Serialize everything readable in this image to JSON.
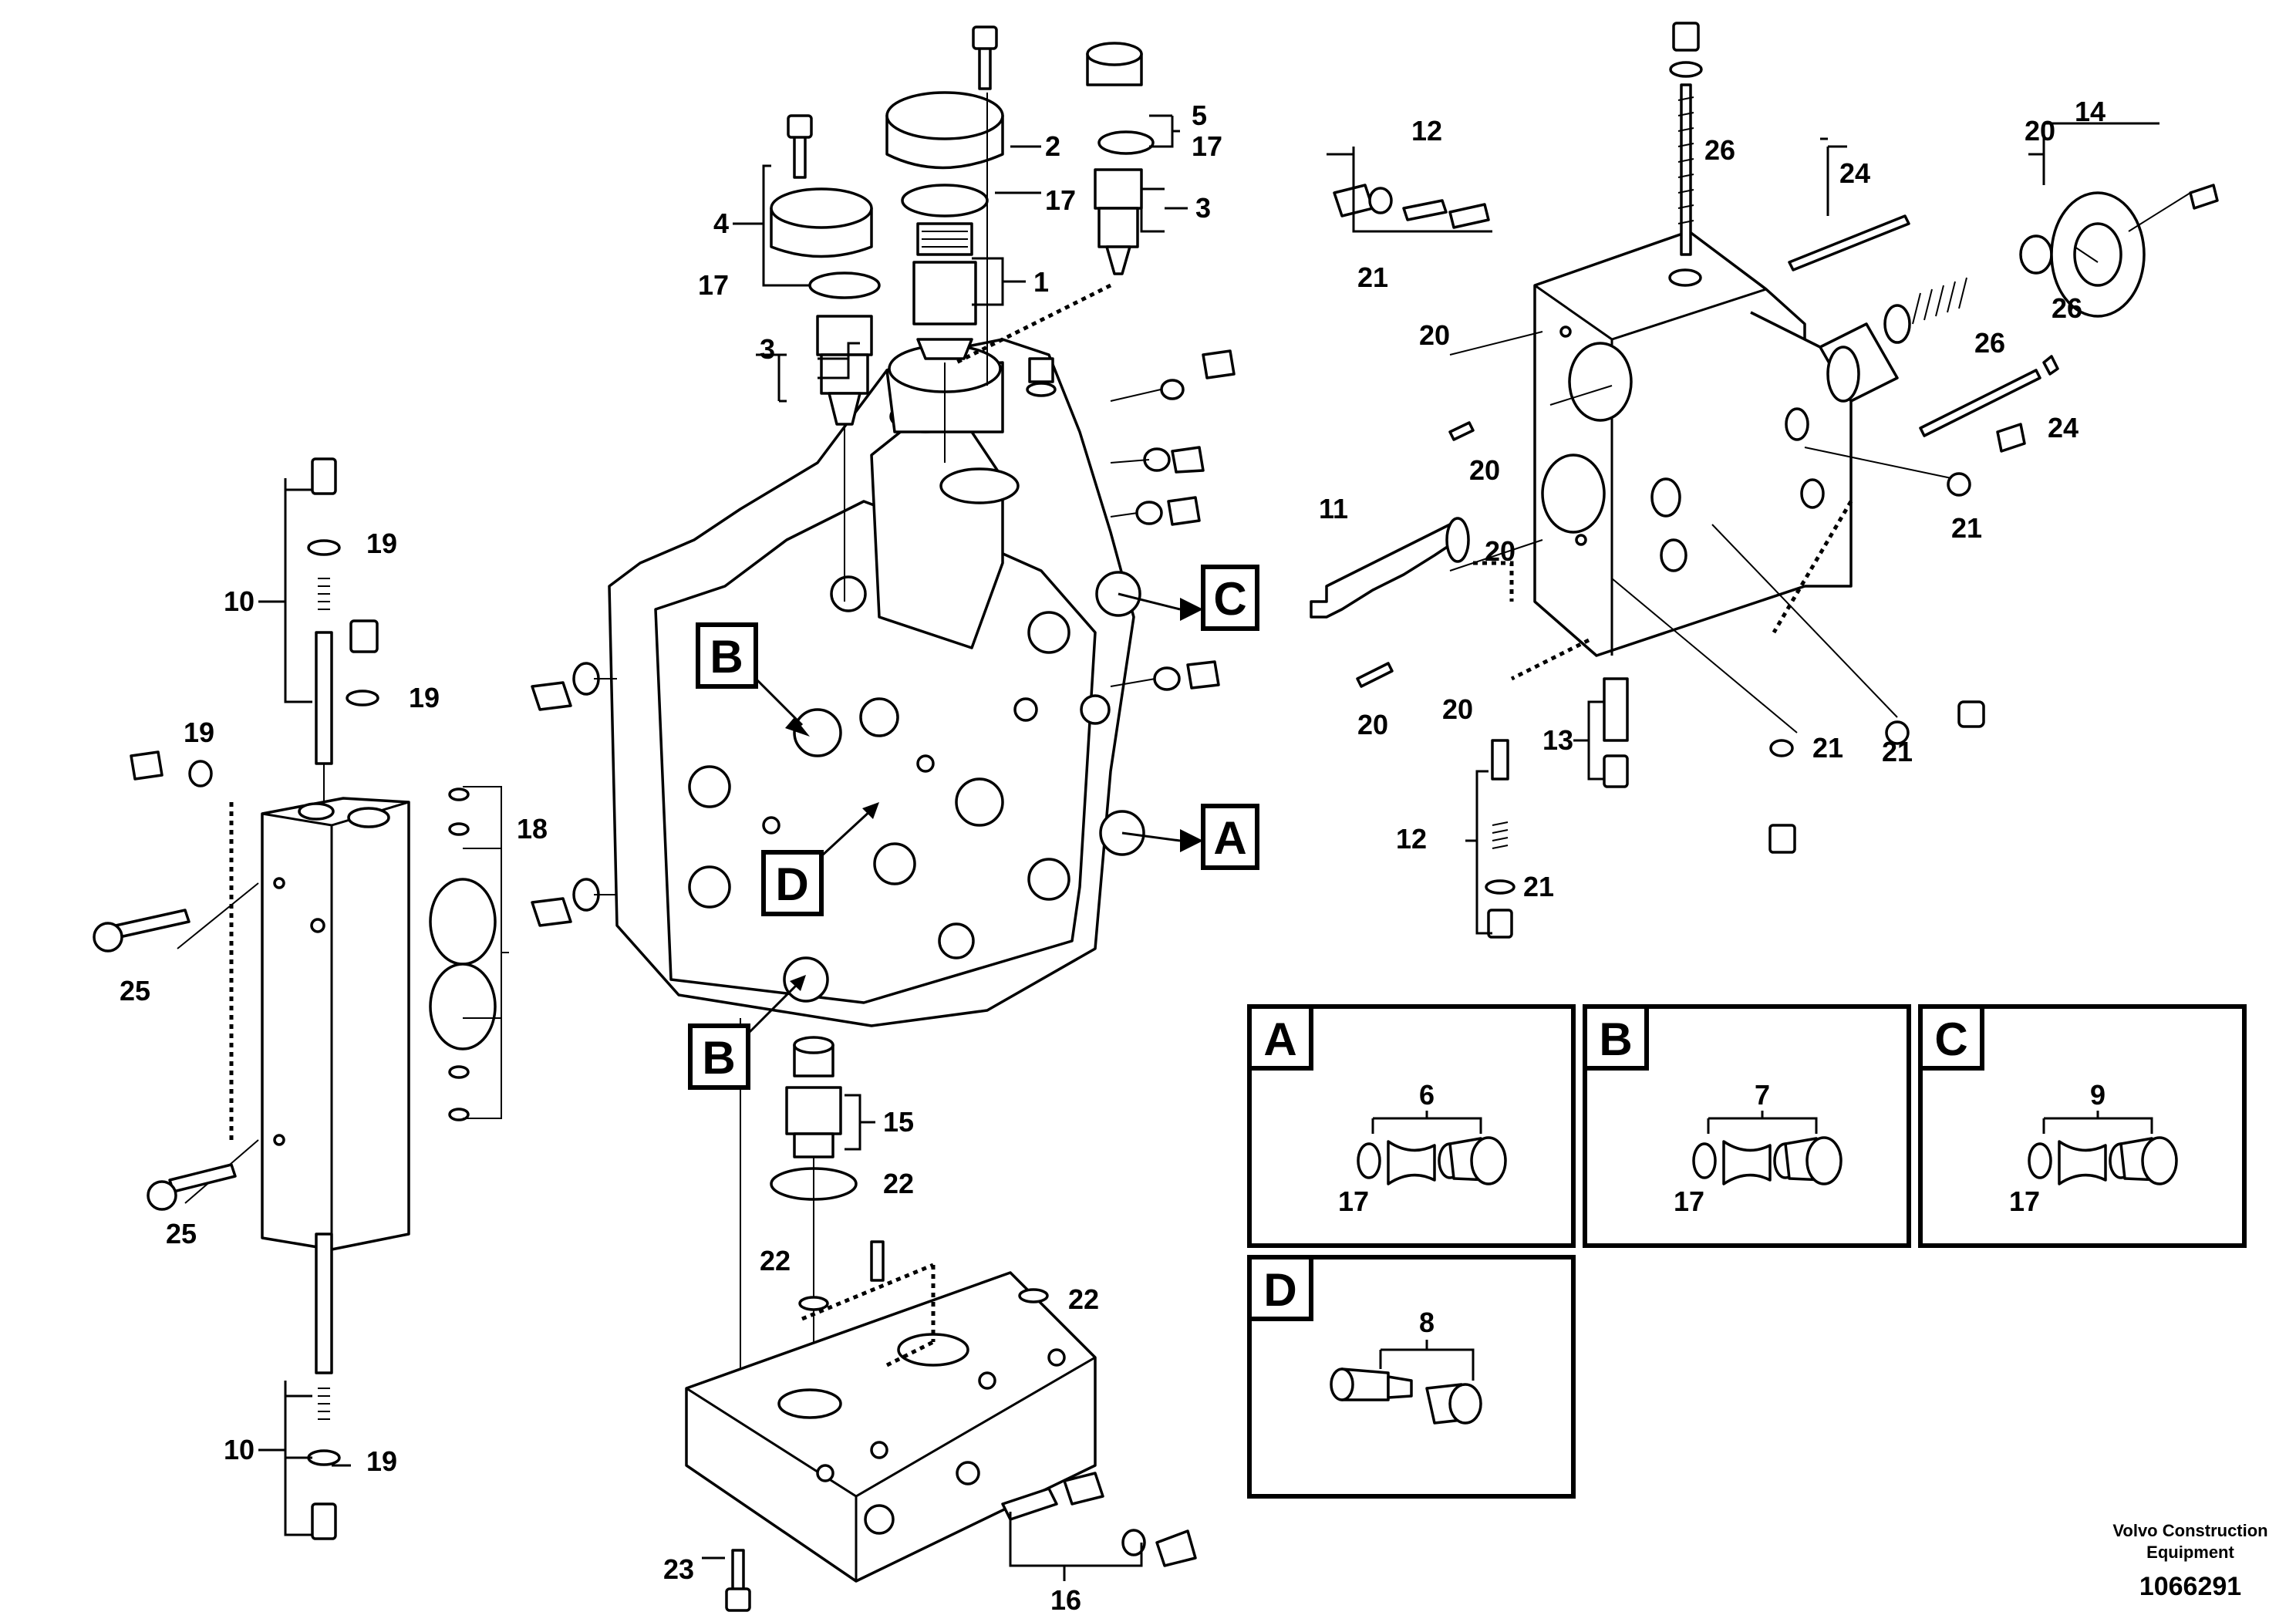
{
  "callouts": {
    "c1": "1",
    "c2": "2",
    "c3a": "3",
    "c3b": "3",
    "c4": "4",
    "c5": "5",
    "c10a": "10",
    "c10b": "10",
    "c11": "11",
    "c12a": "12",
    "c12b": "12",
    "c13": "13",
    "c14": "14",
    "c15": "15",
    "c16": "16",
    "c17a": "17",
    "c17b": "17",
    "c17c": "17",
    "c18": "18",
    "c19a": "19",
    "c19b": "19",
    "c19c": "19",
    "c19d": "19",
    "c20a": "20",
    "c20b": "20",
    "c20c": "20",
    "c20d": "20",
    "c20e": "20",
    "c20f": "20",
    "c21a": "21",
    "c21b": "21",
    "c21c": "21",
    "c21d": "21",
    "c21e": "21",
    "c22a": "22",
    "c22b": "22",
    "c22c": "22",
    "c23": "23",
    "c24a": "24",
    "c24b": "24",
    "c25a": "25",
    "c25b": "25",
    "c26a": "26",
    "c26b": "26",
    "c26c": "26"
  },
  "view_markers": {
    "A": "A",
    "B_top": "B",
    "B_bottom": "B",
    "C": "C",
    "D": "D"
  },
  "detail_views": {
    "A": {
      "letter": "A",
      "part": "6",
      "seal": "17"
    },
    "B": {
      "letter": "B",
      "part": "7",
      "seal": "17"
    },
    "C": {
      "letter": "C",
      "part": "9",
      "seal": "17"
    },
    "D": {
      "letter": "D",
      "part": "8"
    }
  },
  "footer": {
    "company_line1": "Volvo Construction",
    "company_line2": "Equipment",
    "drawing_number": "1066291"
  }
}
